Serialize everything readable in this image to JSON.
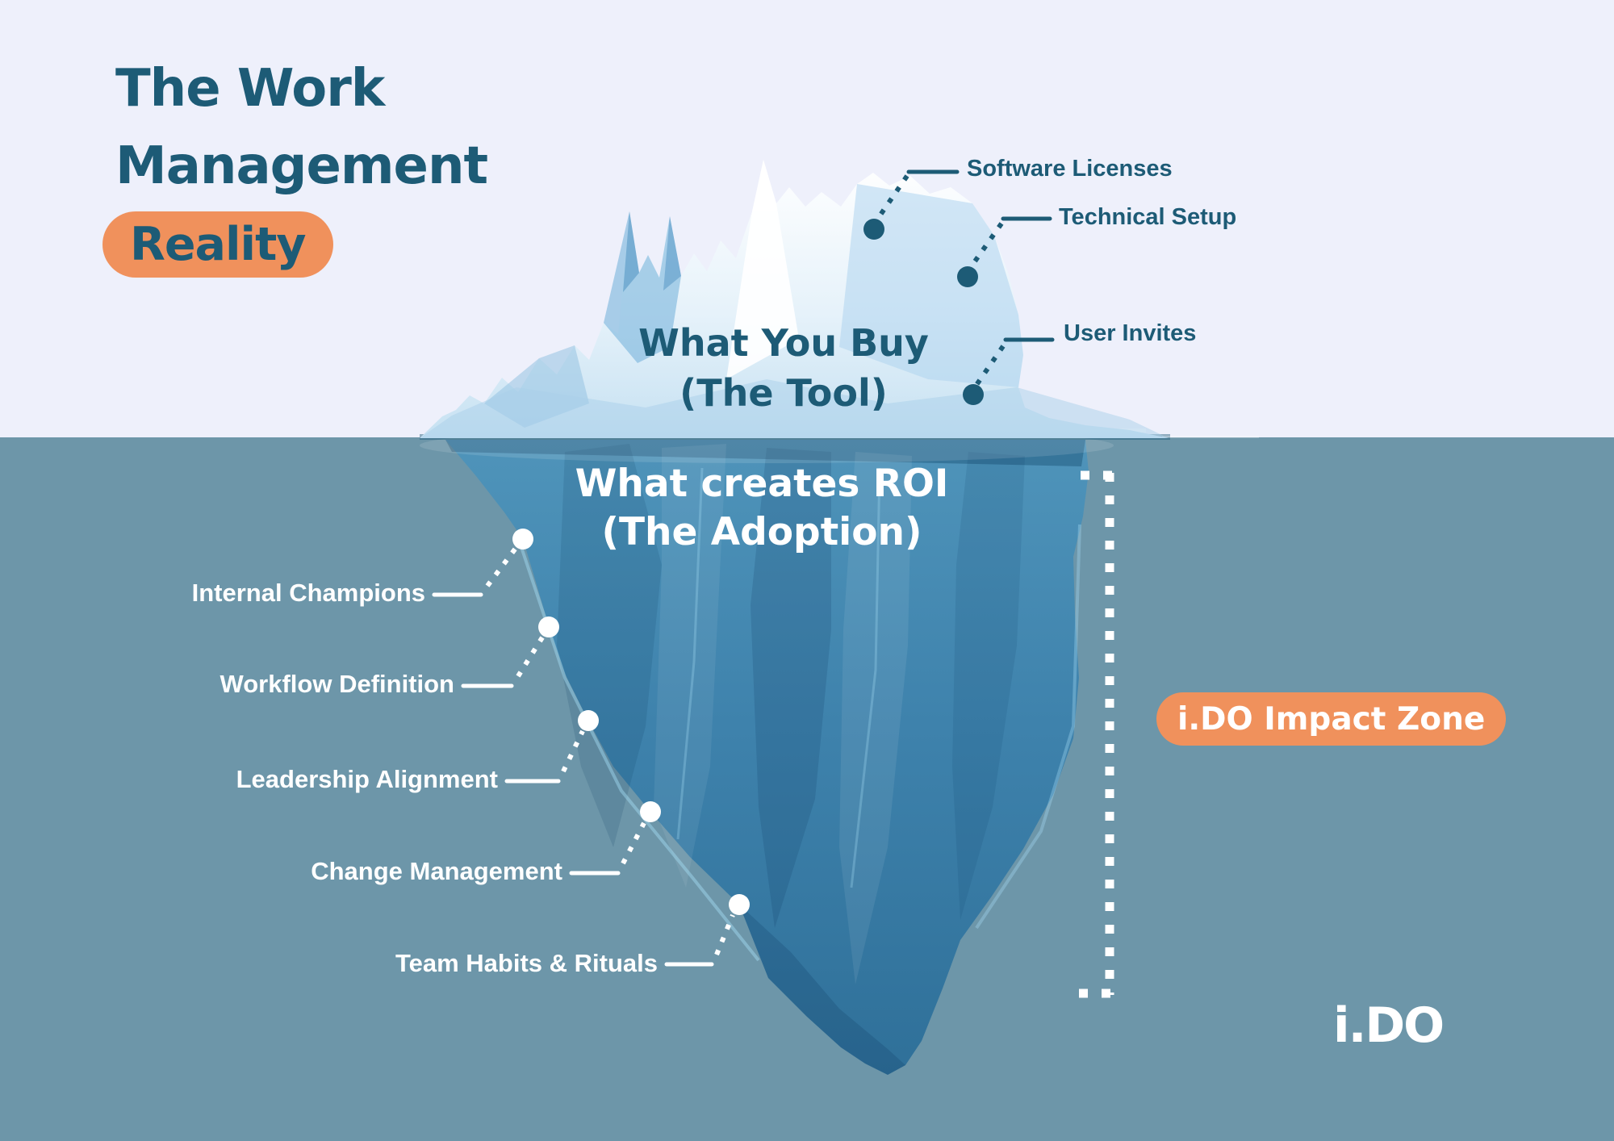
{
  "header": {
    "title_line1": "The Work",
    "title_line2": "Management",
    "title_highlight": "Reality"
  },
  "above_water": {
    "heading_line1": "What You Buy",
    "heading_line2": "(The Tool)",
    "labels": [
      "Software Licenses",
      "Technical Setup",
      "User Invites"
    ]
  },
  "below_water": {
    "heading_line1": "What creates ROI",
    "heading_line2": "(The Adoption)",
    "labels": [
      "Internal Champions",
      "Workflow Definition",
      "Leadership Alignment",
      "Change Management",
      "Team Habits & Rituals"
    ]
  },
  "impact_zone": {
    "label": "i.DO Impact Zone"
  },
  "brand": {
    "logo_text": "i.DO"
  },
  "colors": {
    "sky_background": "#eef0fb",
    "water_background": "#6d96a9",
    "accent_teal": "#1d5b76",
    "accent_orange": "#f0915c",
    "label_white": "#ffffff",
    "iceberg_above": "#e9f4fa",
    "iceberg_below": "#4587ac"
  }
}
